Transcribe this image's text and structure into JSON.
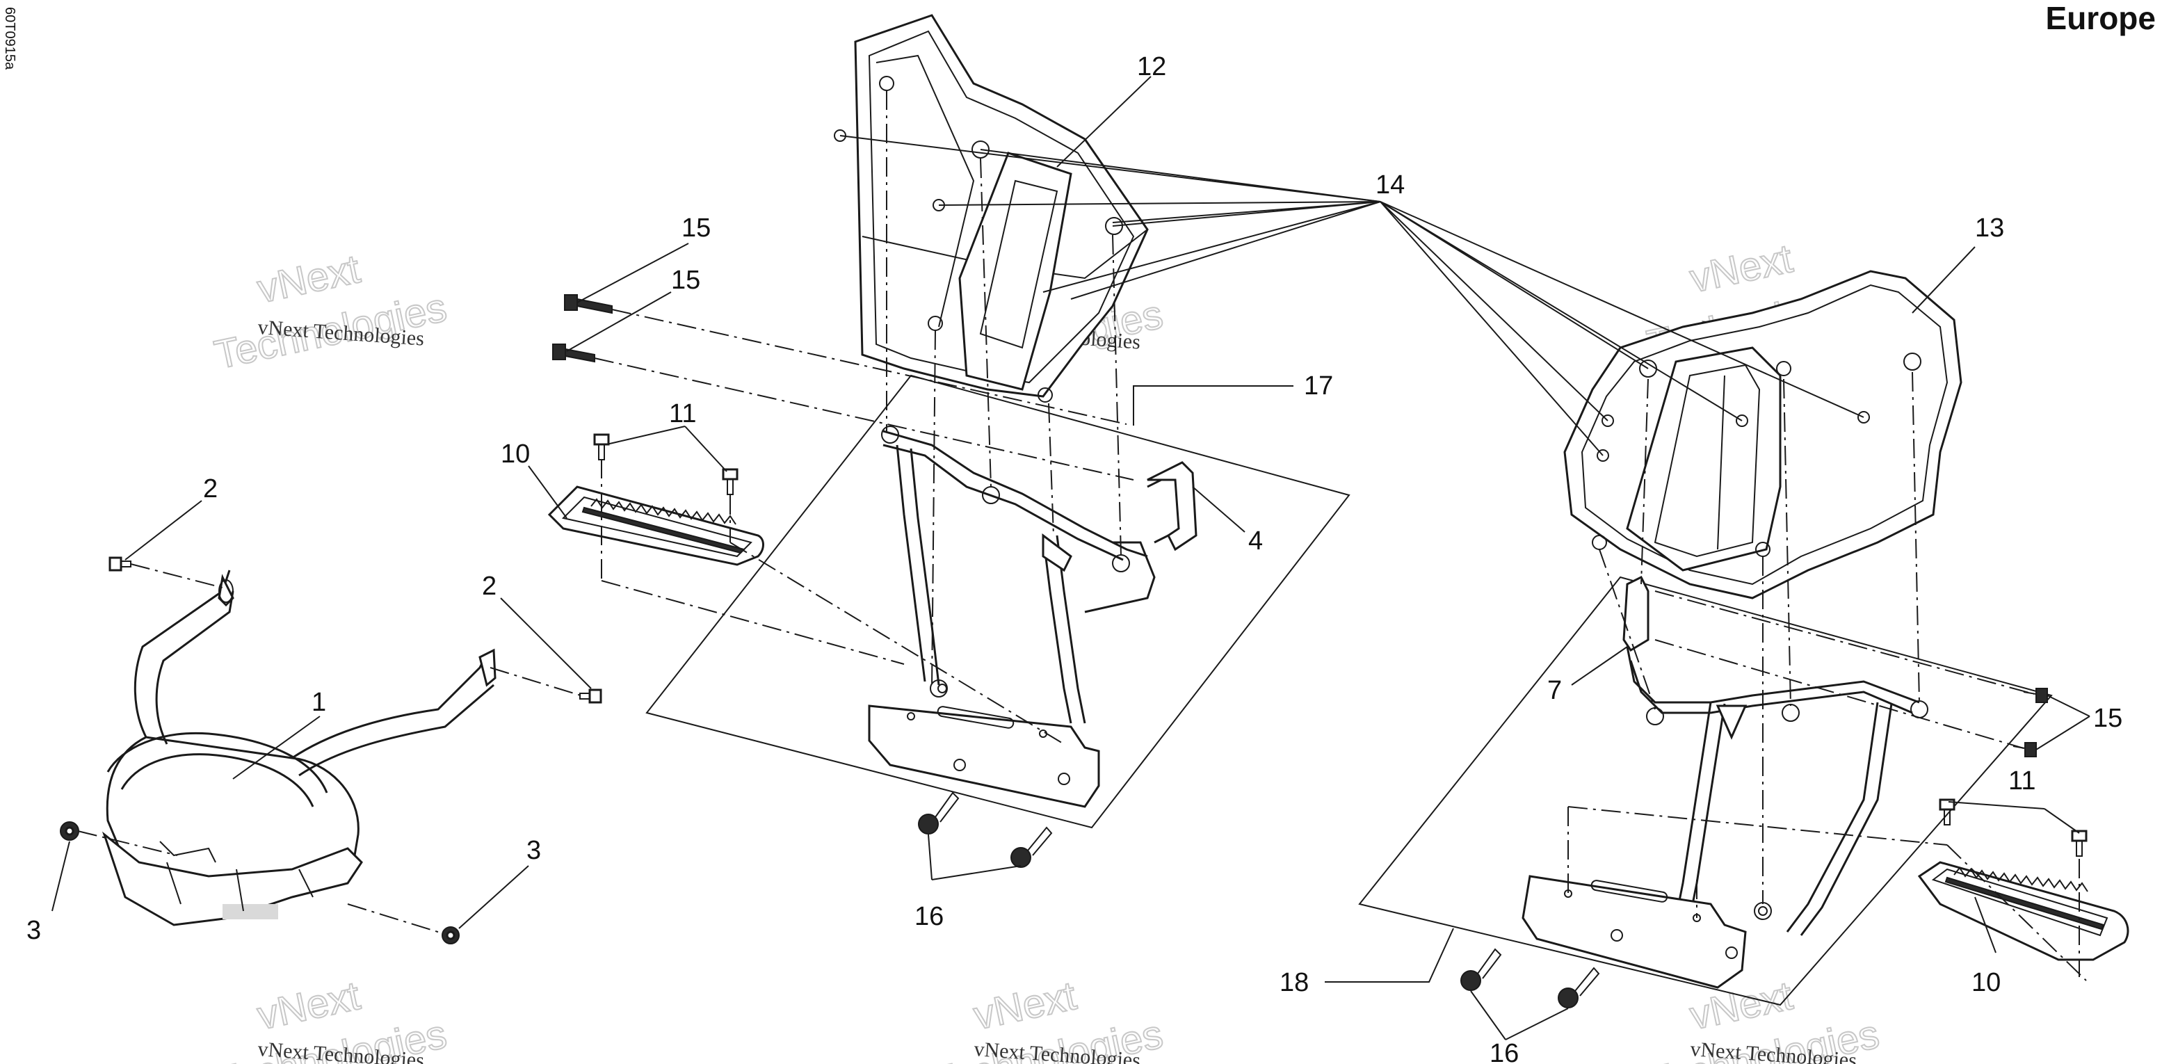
{
  "drawing_code": "60T0915a",
  "region_label": "Europe",
  "watermark": {
    "line1": "vNext",
    "line2": "Technologies",
    "small": "vNext Technologies"
  },
  "callouts": {
    "c1": "1",
    "c2a": "2",
    "c2b": "2",
    "c3a": "3",
    "c3b": "3",
    "c4": "4",
    "c7": "7",
    "c10a": "10",
    "c10b": "10",
    "c11a": "11",
    "c11b": "11",
    "c12": "12",
    "c13": "13",
    "c14": "14",
    "c15a": "15",
    "c15b": "15",
    "c15c": "15",
    "c16a": "16",
    "c16b": "16",
    "c17": "17",
    "c18": "18"
  }
}
